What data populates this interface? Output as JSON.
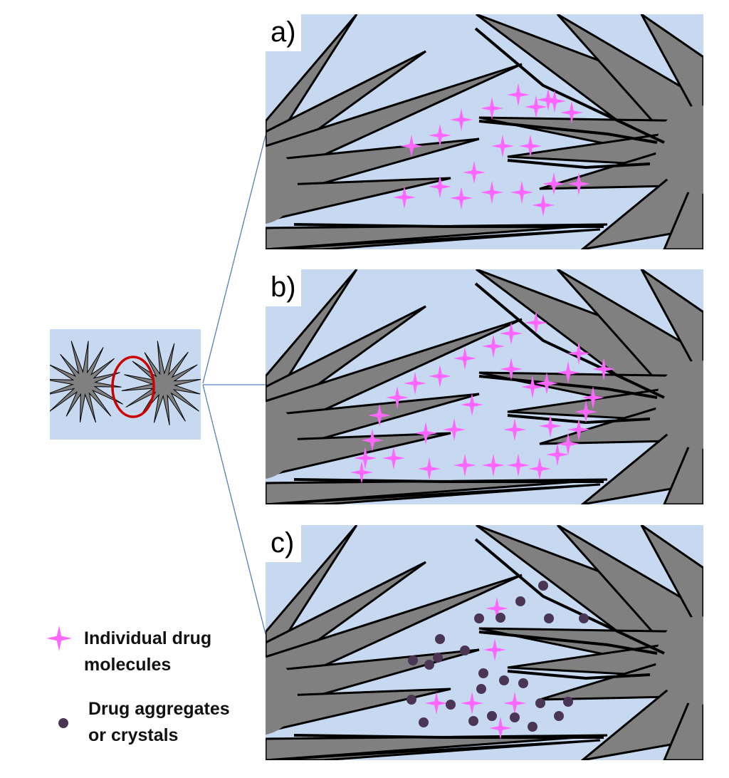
{
  "panels": [
    {
      "label": "a)",
      "state": "individual"
    },
    {
      "label": "b)",
      "state": "surface"
    },
    {
      "label": "c)",
      "state": "aggregated"
    }
  ],
  "legend": {
    "individual": {
      "line1": "Individual drug",
      "line2": "molecules"
    },
    "aggregate": {
      "line1": "Drug aggregates",
      "line2": "or crystals"
    }
  },
  "colors": {
    "background": "#c6d9f1",
    "particle": "#808080",
    "outline": "#000000",
    "molecule": "#ff66ff",
    "aggregate": "#4a3555",
    "highlight": "#cc0000",
    "connector": "#4f81bd"
  }
}
